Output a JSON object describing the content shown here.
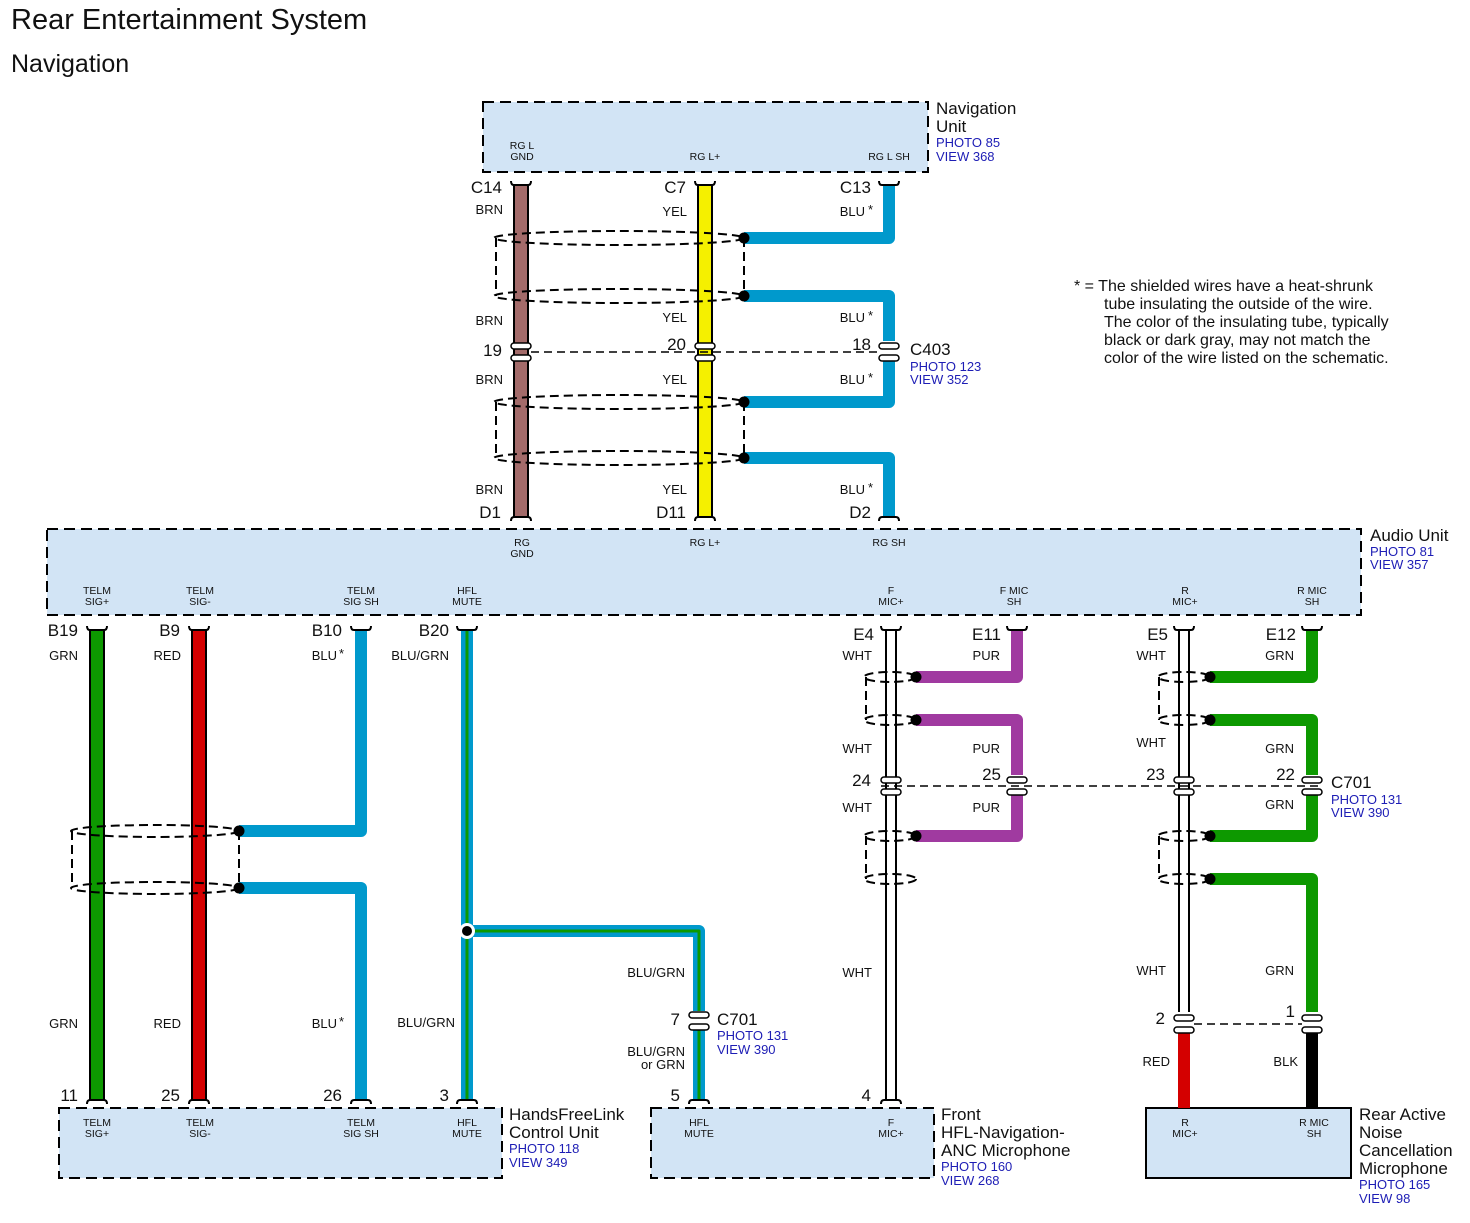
{
  "page": {
    "title": "Rear Entertainment System",
    "subtitle": "Navigation"
  },
  "note": {
    "lines": [
      "* = The shielded wires have a heat-shrunk",
      "tube insulating the outside of the wire.",
      "The color of the insulating tube, typically",
      "black or dark gray, may not match the",
      "color of the wire listed on the schematic."
    ]
  },
  "components": {
    "nav_unit": {
      "name_lines": [
        "Navigation",
        "Unit"
      ],
      "photo": "PHOTO 85",
      "view": "VIEW 368",
      "pins": {
        "rgl_gnd": [
          "RG L",
          "GND"
        ],
        "rgl_plus": "RG L+",
        "rgl_sh": "RG L SH"
      }
    },
    "audio_unit": {
      "name": "Audio Unit",
      "photo": "PHOTO 81",
      "view": "VIEW 357",
      "pins": {
        "rg_gnd": [
          "RG",
          "GND"
        ],
        "rgl_plus": "RG L+",
        "rg_sh": "RG SH",
        "telm_sig_plus": [
          "TELM",
          "SIG+"
        ],
        "telm_sig_minus": [
          "TELM",
          "SIG-"
        ],
        "telm_sig_sh": [
          "TELM",
          "SIG SH"
        ],
        "hfl_mute": [
          "HFL",
          "MUTE"
        ],
        "f_mic_plus": [
          "F",
          "MIC+"
        ],
        "f_mic_sh": [
          "F MIC",
          "SH"
        ],
        "r_mic_plus": [
          "R",
          "MIC+"
        ],
        "r_mic_sh": [
          "R MIC",
          "SH"
        ]
      }
    },
    "hfl_control": {
      "name_lines": [
        "HandsFreeLink",
        "Control Unit"
      ],
      "photo": "PHOTO 118",
      "view": "VIEW 349",
      "pins": {
        "telm_sig_plus": [
          "TELM",
          "SIG+"
        ],
        "telm_sig_minus": [
          "TELM",
          "SIG-"
        ],
        "telm_sig_sh": [
          "TELM",
          "SIG SH"
        ],
        "hfl_mute": [
          "HFL",
          "MUTE"
        ]
      }
    },
    "front_mic": {
      "name_lines": [
        "Front",
        "HFL-Navigation-",
        "ANC Microphone"
      ],
      "photo": "PHOTO 160",
      "view": "VIEW 268",
      "pins": {
        "hfl_mute": [
          "HFL",
          "MUTE"
        ],
        "f_mic_plus": [
          "F",
          "MIC+"
        ]
      }
    },
    "rear_mic": {
      "name_lines": [
        "Rear Active",
        "Noise",
        "Cancellation",
        "Microphone"
      ],
      "photo": "PHOTO 165",
      "view": "VIEW 98",
      "pins": {
        "r_mic_plus": [
          "R",
          "MIC+"
        ],
        "r_mic_sh": [
          "R MIC",
          "SH"
        ]
      }
    }
  },
  "connectors": {
    "c403": {
      "name": "C403",
      "photo": "PHOTO 123",
      "view": "VIEW 352",
      "pins": [
        "19",
        "20",
        "18"
      ]
    },
    "c701_right": {
      "name": "C701",
      "photo": "PHOTO 131",
      "view": "VIEW 390",
      "pins": [
        "24",
        "25",
        "23",
        "22"
      ]
    },
    "c701_mid": {
      "name": "C701",
      "photo": "PHOTO 131",
      "view": "VIEW 390",
      "pin": "7"
    },
    "c701_rear": {
      "pins": [
        "2",
        "1"
      ]
    }
  },
  "cavities": {
    "nav": [
      "C14",
      "C7",
      "C13"
    ],
    "audio_top": [
      "D1",
      "D11",
      "D2"
    ],
    "audio_bottom": [
      "B19",
      "B9",
      "B10",
      "B20",
      "E4",
      "E11",
      "E5",
      "E12"
    ],
    "hfl": [
      "11",
      "25",
      "26",
      "3"
    ],
    "front_mic": [
      "5",
      "4"
    ]
  },
  "wire_labels": {
    "brn": "BRN",
    "yel": "YEL",
    "blu_star": "BLU",
    "star": "*",
    "grn": "GRN",
    "red": "RED",
    "blu_grn": "BLU/GRN",
    "blu_grn_or": [
      "BLU/GRN",
      "or GRN"
    ],
    "wht": "WHT",
    "pur": "PUR",
    "blk": "BLK"
  },
  "colors": {
    "box_fill": "#d2e4f5",
    "brn": "#a36b6a",
    "yel": "#f5f000",
    "blu": "#0099cc",
    "grn": "#0d9900",
    "red": "#d40000",
    "pur": "#a03aa0",
    "blk": "#000000",
    "ref_text": "#1d1db5"
  }
}
